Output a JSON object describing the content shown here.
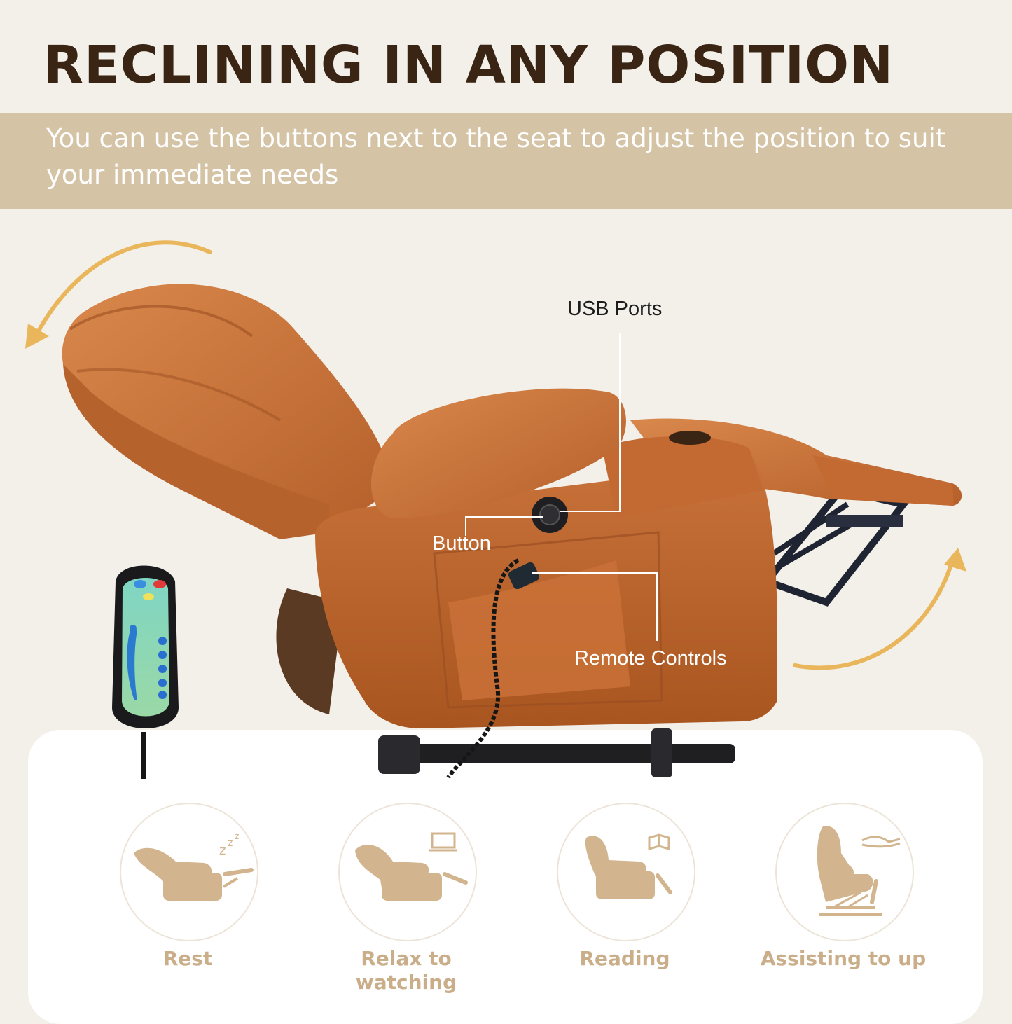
{
  "header": {
    "title": "RECLINING IN ANY POSITION",
    "subtitle": "You can use the buttons next to the seat to adjust the position to suit your immediate needs"
  },
  "callouts": {
    "usb_ports": "USB Ports",
    "button": "Button",
    "remote_controls": "Remote Controls"
  },
  "modes": [
    {
      "label": "Rest",
      "icon": "rest-recline-icon"
    },
    {
      "label": "Relax to watching",
      "icon": "tv-watching-icon"
    },
    {
      "label": "Reading",
      "icon": "reading-book-icon"
    },
    {
      "label": "Assisting to up",
      "icon": "lift-assist-icon"
    }
  ],
  "colors": {
    "title": "#3a2414",
    "band": "#d5c3a5",
    "leather": "#c8723a",
    "arrow": "#e9b65c",
    "icon": "#d2b58e",
    "mode_label": "#c9ae89"
  }
}
